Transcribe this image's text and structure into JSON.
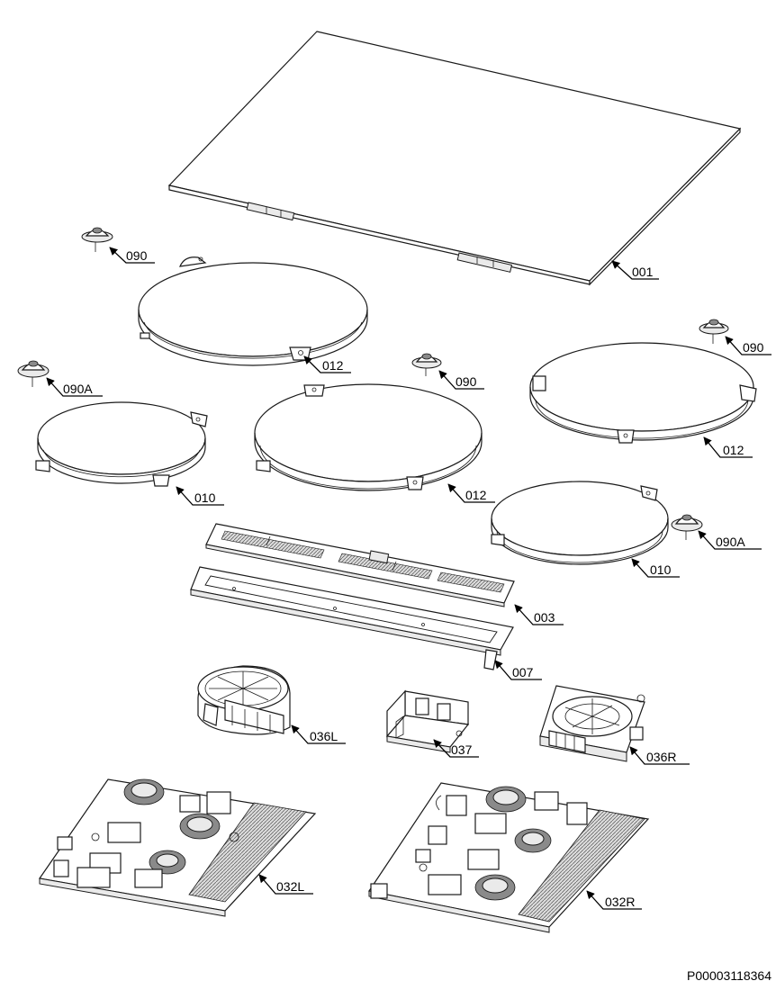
{
  "diagram": {
    "reference_code": "P00003118364",
    "callouts": [
      {
        "id": "001",
        "label": "001"
      },
      {
        "id": "090-a",
        "label": "090"
      },
      {
        "id": "012-a",
        "label": "012"
      },
      {
        "id": "090-b",
        "label": "090"
      },
      {
        "id": "090-c",
        "label": "090"
      },
      {
        "id": "090A-a",
        "label": "090A"
      },
      {
        "id": "012-b",
        "label": "012"
      },
      {
        "id": "010-a",
        "label": "010"
      },
      {
        "id": "012-c",
        "label": "012"
      },
      {
        "id": "010-b",
        "label": "010"
      },
      {
        "id": "090A-b",
        "label": "090A"
      },
      {
        "id": "003",
        "label": "003"
      },
      {
        "id": "007",
        "label": "007"
      },
      {
        "id": "036L",
        "label": "036L"
      },
      {
        "id": "037",
        "label": "037"
      },
      {
        "id": "036R",
        "label": "036R"
      },
      {
        "id": "032L",
        "label": "032L"
      },
      {
        "id": "032R",
        "label": "032R"
      }
    ]
  }
}
